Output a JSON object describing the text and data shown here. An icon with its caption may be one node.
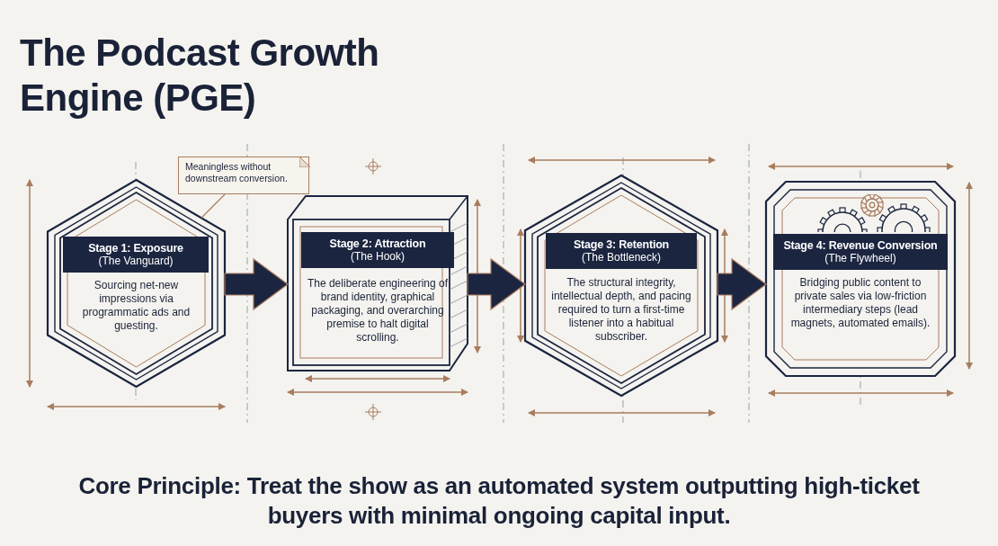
{
  "diagram": {
    "title": "The Podcast Growth Engine (PGE)",
    "caption": "Core Principle: Treat the show as an automated system outputting high-ticket buyers with minimal ongoing capital input.",
    "nodes": [
      {
        "text": [
          "Stage 1: Exposure",
          "(The Vanguard)",
          "Sourcing net-new impressions via programmatic ads and guesting."
        ]
      },
      {
        "text": [
          "Stage 2: Attraction",
          "(The Hook)",
          "The deliberate engineering of brand identity, graphical packaging, and overarching premise to halt digital scrolling."
        ]
      },
      {
        "text": [
          "Stage 3: Retention",
          "(The Bottleneck)",
          "The structural integrity, intellectual depth, and pacing required to turn a first-time listener into a habitual subscriber."
        ]
      },
      {
        "text": [
          "Stage 4: Revenue Conversion",
          "(The Flywheel)",
          "Bridging public content to private sales via low-friction intermediary steps (lead magnets, automated emails)."
        ]
      },
      {
        "text": [
          "Meaningless without downstream conversion."
        ]
      }
    ],
    "edges": [
      {
        "from": 0,
        "to": 1,
        "arrow": "to",
        "style": "thick"
      },
      {
        "from": 1,
        "to": 2,
        "arrow": "to",
        "style": "thick"
      },
      {
        "from": 2,
        "to": 3,
        "arrow": "to",
        "style": "thick"
      },
      {
        "from": 4,
        "to": 0,
        "arrow": "none",
        "color": "#a97c5e"
      }
    ]
  }
}
